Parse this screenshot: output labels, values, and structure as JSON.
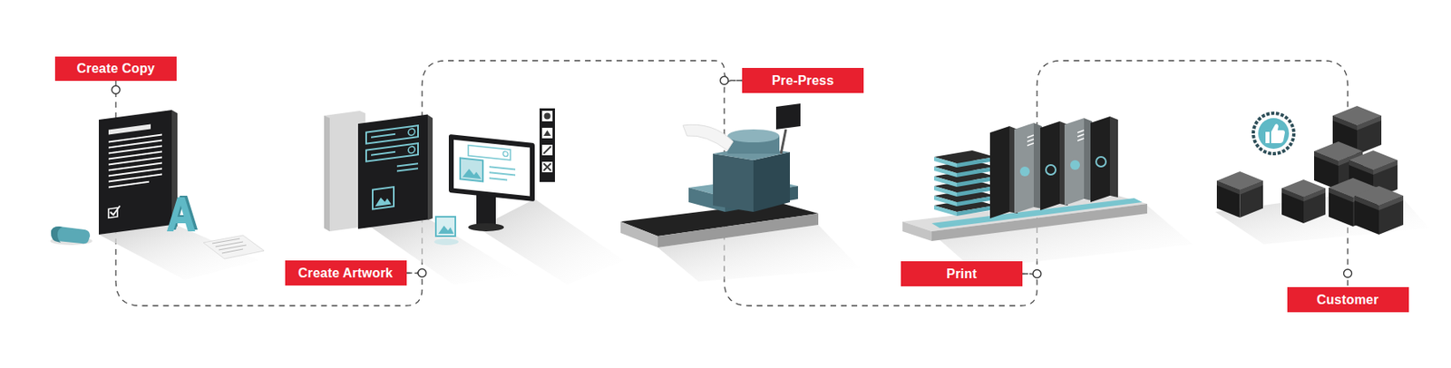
{
  "diagram": {
    "nodes": [
      {
        "text": [
          "Create Copy"
        ]
      },
      {
        "text": [
          "Create Artwork"
        ]
      },
      {
        "text": [
          "Pre-Press"
        ]
      },
      {
        "text": [
          "Print"
        ]
      },
      {
        "text": [
          "Customer"
        ]
      }
    ],
    "edges": [
      {
        "from": 0,
        "to": 1,
        "arrow": "none"
      },
      {
        "from": 1,
        "to": 2,
        "arrow": "none"
      },
      {
        "from": 2,
        "to": 3,
        "arrow": "none"
      },
      {
        "from": 3,
        "to": 4,
        "arrow": "none"
      }
    ]
  }
}
